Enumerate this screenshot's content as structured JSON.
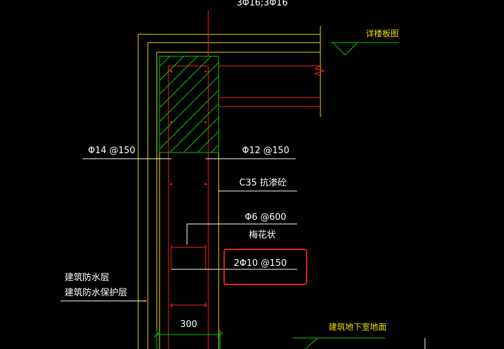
{
  "drawing": {
    "top_rebar_label": "3Φ16;3Φ16",
    "floor_slab_label": "详楼板图",
    "left_rebar_label": "Φ14 @150",
    "right_rebar_label": "Φ12 @150",
    "concrete_label": "C35 抗渗砼",
    "tie_rebar_label": "Φ6 @600",
    "tie_pattern_label": "梅花状",
    "highlight_rebar_label": "2Φ10 @150",
    "waterproof_layer_label": "建筑防水层",
    "waterproof_protect_label": "建筑防水保护层",
    "wall_width_label": "300",
    "basement_floor_label": "建筑地下室地面"
  },
  "colors": {
    "background": "#000000",
    "outline_yellow": "#e8e000",
    "rebar_red": "#ff2020",
    "hatch_green": "#00d000",
    "leader_white": "#ffffff",
    "highlight_red": "#e02020"
  }
}
